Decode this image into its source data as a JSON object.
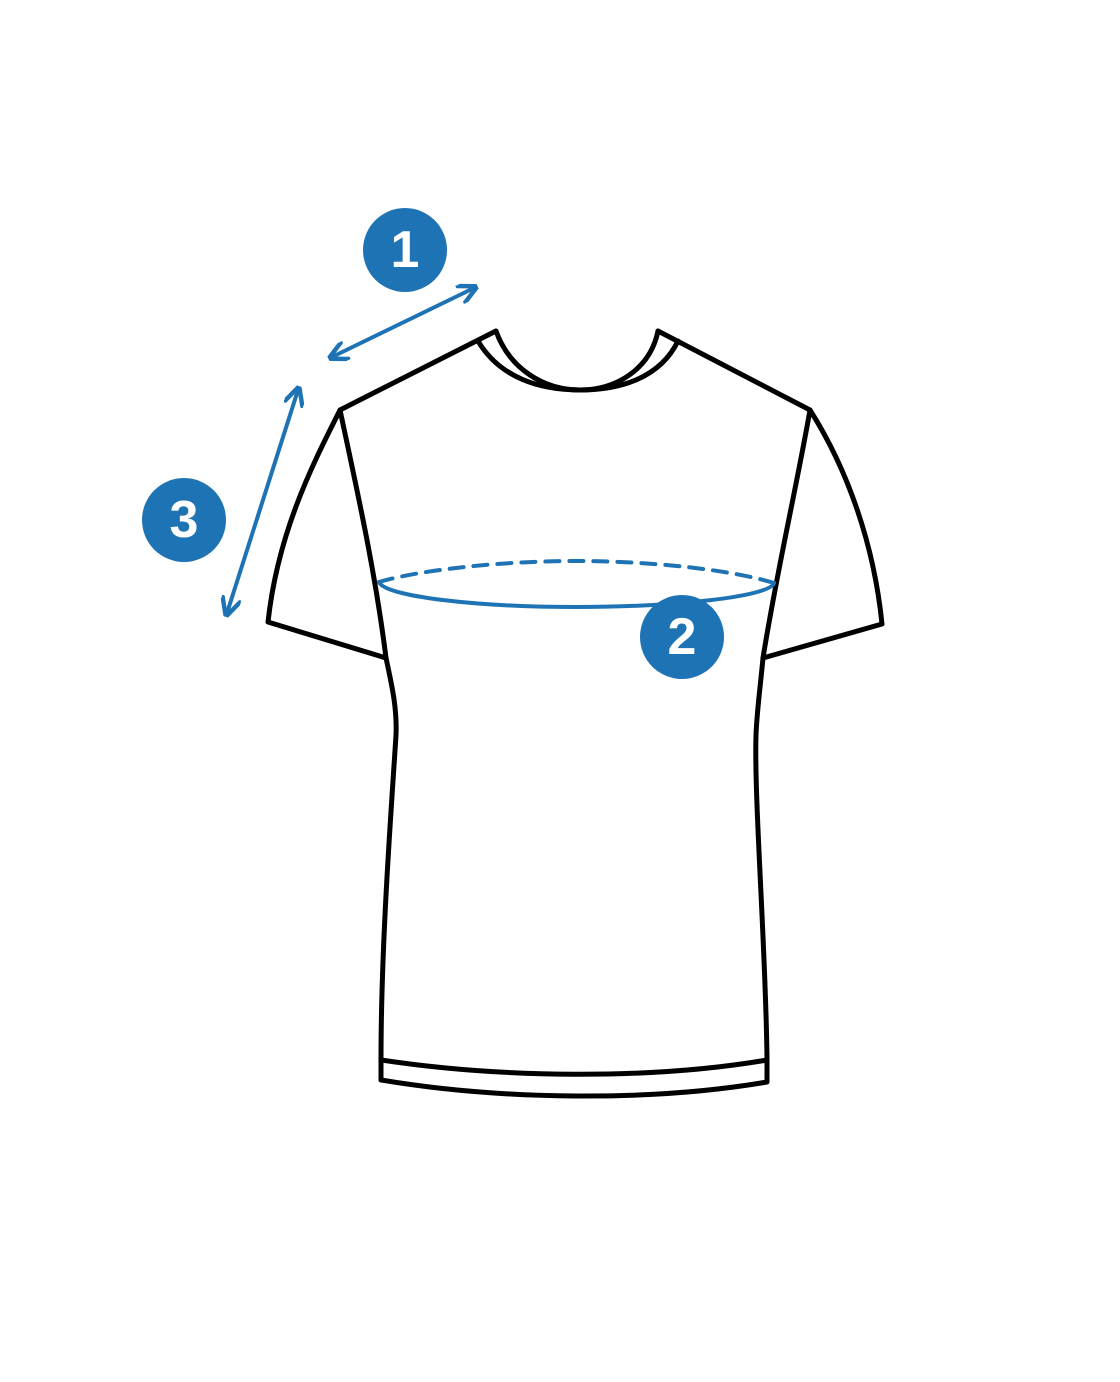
{
  "accent_color": "#1e73b4",
  "outline_color": "#000000",
  "markers": [
    {
      "id": "shoulder",
      "label": "1",
      "measures": "shoulder-width"
    },
    {
      "id": "chest",
      "label": "2",
      "measures": "chest-circumference"
    },
    {
      "id": "sleeve",
      "label": "3",
      "measures": "sleeve-length"
    }
  ]
}
